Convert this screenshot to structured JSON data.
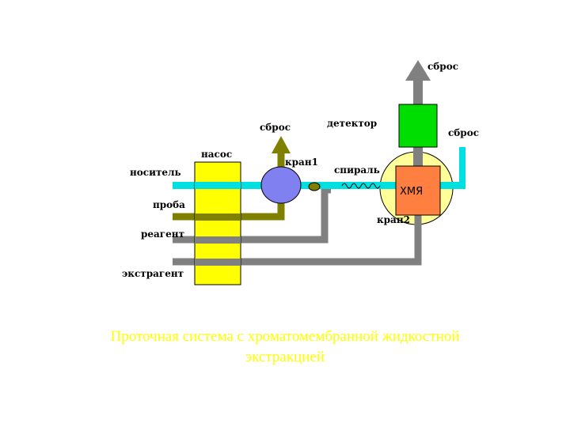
{
  "colors": {
    "carrier": "#00e0e0",
    "sample": "#7f7f00",
    "reagent": "#808080",
    "pump": "#ffff00",
    "valve1": "#8080f0",
    "valve2_disc": "#ffff99",
    "hmya": "#ff7f40",
    "detector": "#00dd00",
    "caption": "#ffff00"
  },
  "labels": {
    "pump": "насос",
    "carrier": "носитель",
    "sample": "проба",
    "reagent": "реагент",
    "extractant": "экстрагент",
    "waste": "сброс",
    "valve1": "кран1",
    "coil": "спираль",
    "detector": "детектор",
    "hmya": "ХМЯ",
    "valve2": "кран2"
  },
  "caption": {
    "line1": "Проточная система с хроматомембранной жидкостной",
    "line2": "экстракцией"
  }
}
